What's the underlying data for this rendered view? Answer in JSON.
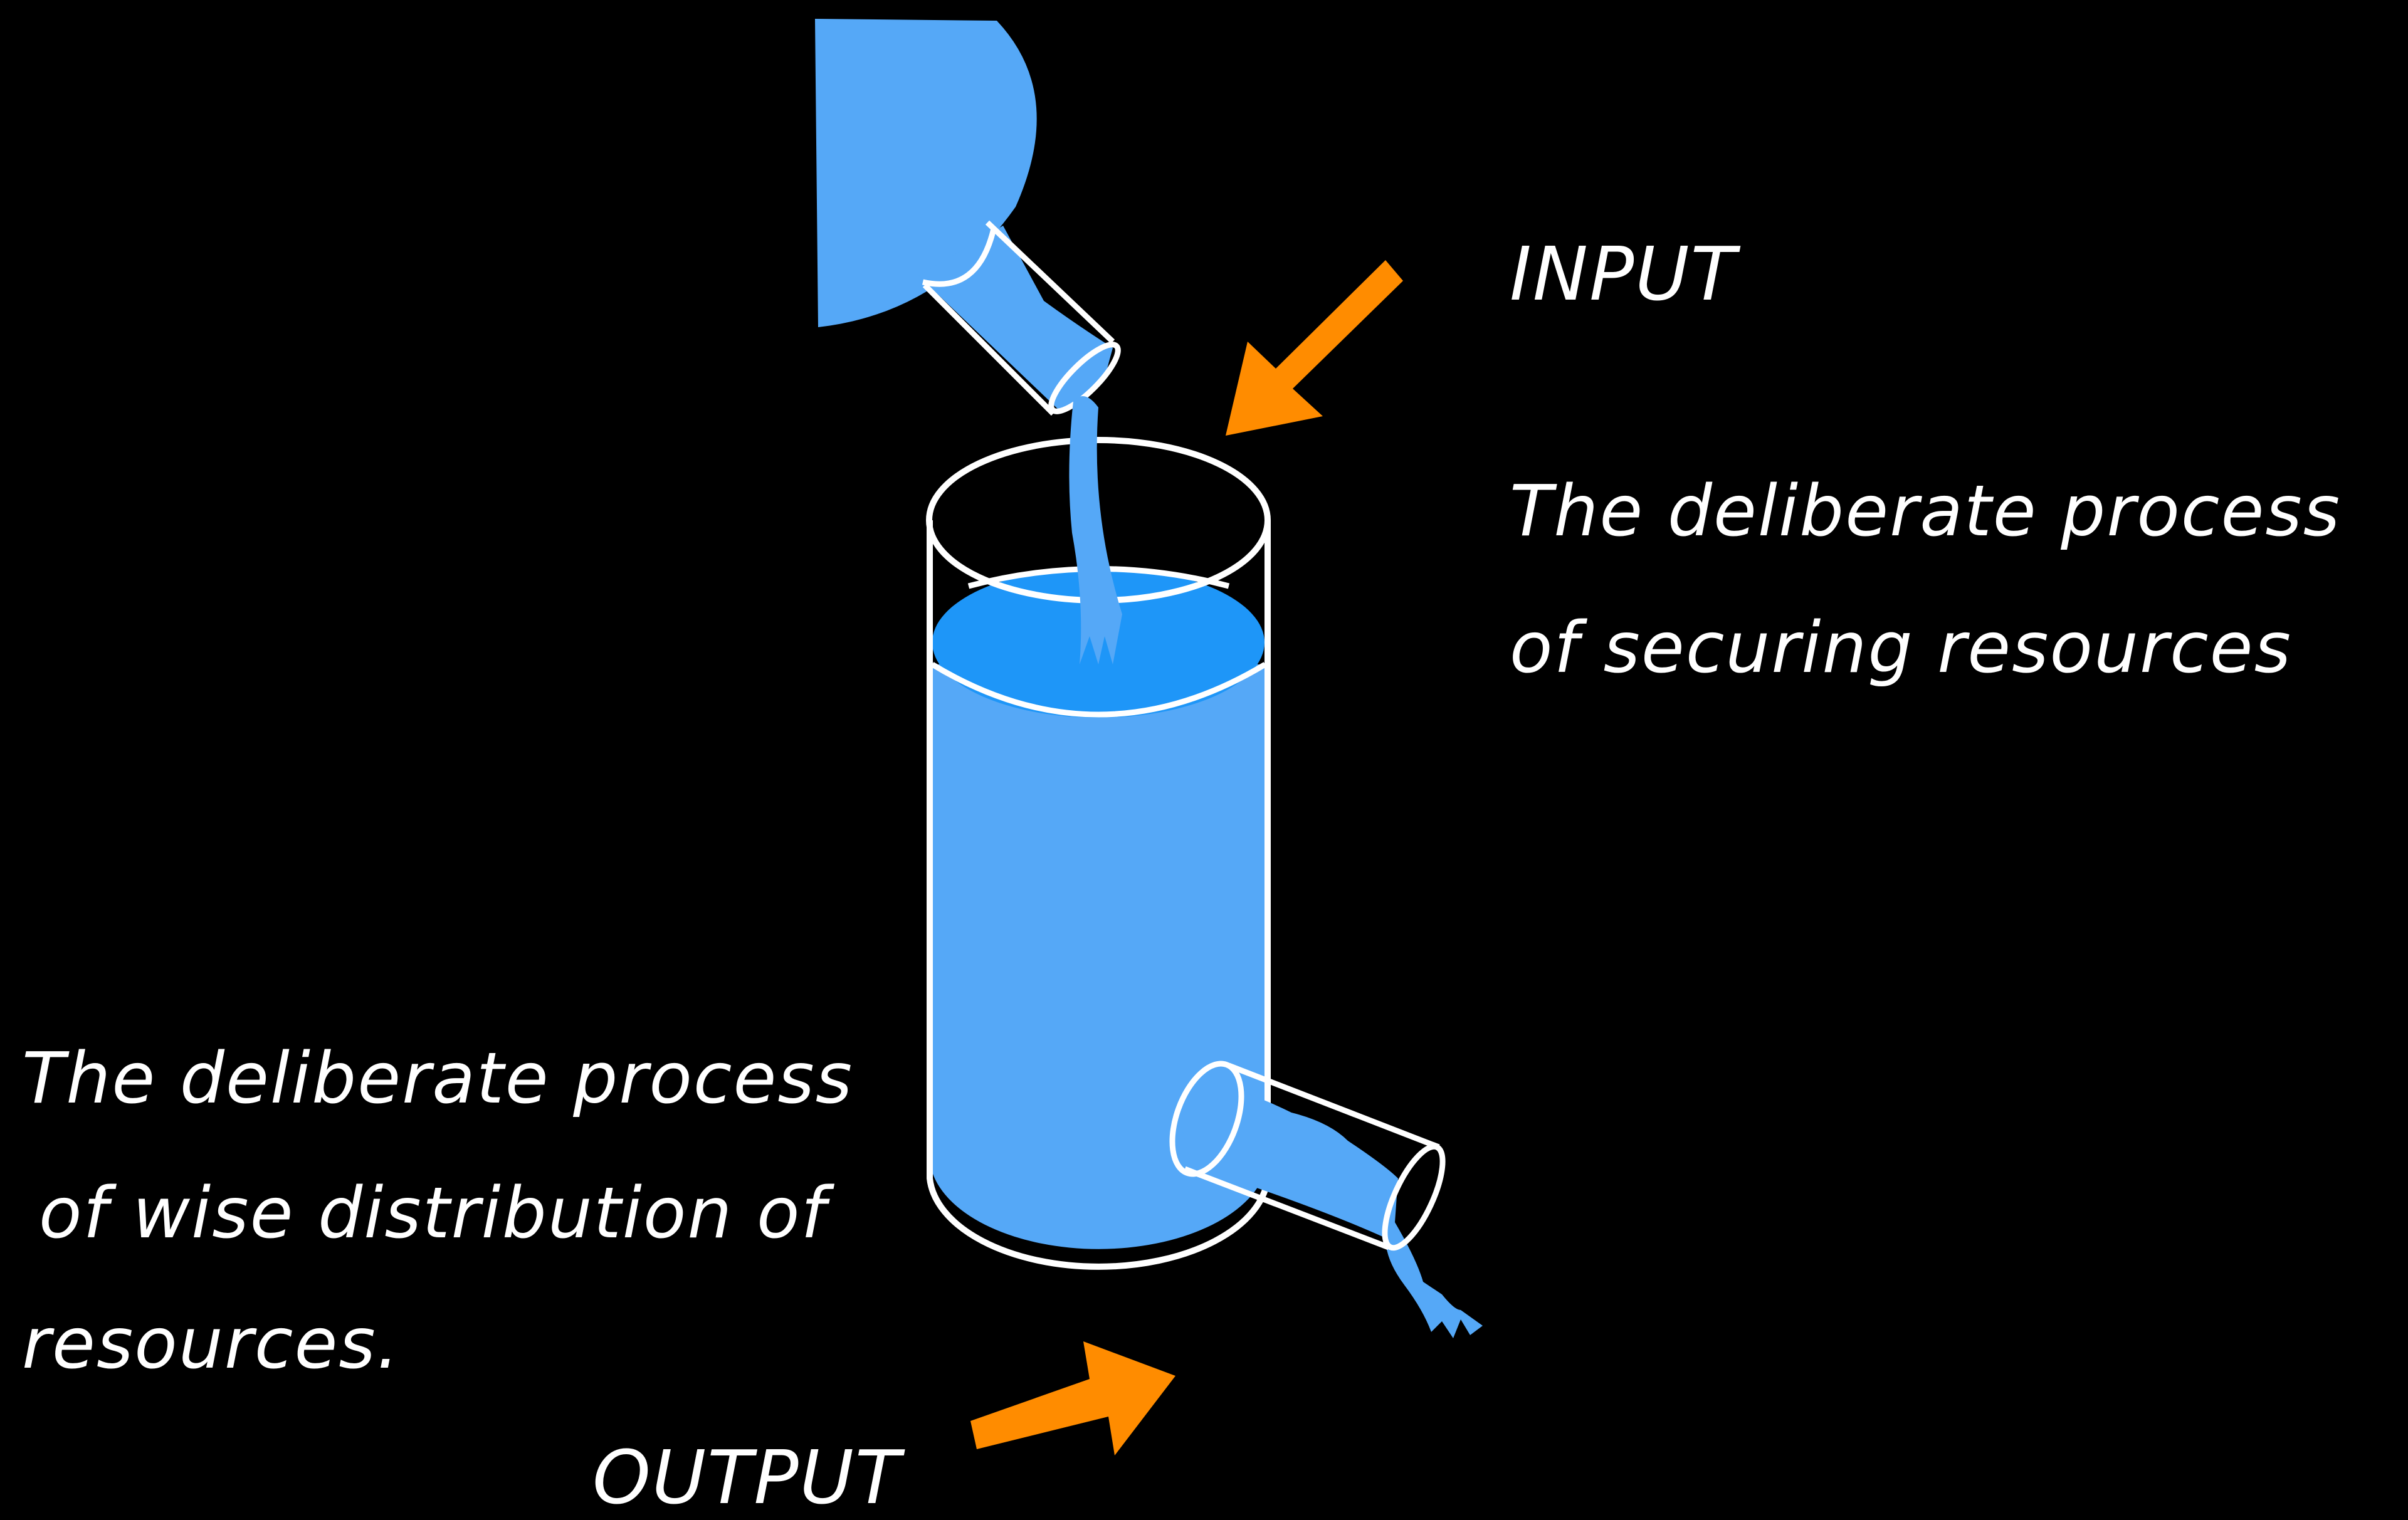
{
  "input": {
    "heading": "INPUT",
    "description_lines": [
      "The deliberate process",
      "of securing resources"
    ]
  },
  "output": {
    "heading": "OUTPUT",
    "description_lines": [
      "The deliberate process",
      "of wise distribution of",
      "resources."
    ]
  },
  "colors": {
    "background": "#000000",
    "water": "#55a8f7",
    "water_surface": "#1e96f8",
    "outline": "#ffffff",
    "arrow": "#ff8c00",
    "text": "#ffffff"
  }
}
